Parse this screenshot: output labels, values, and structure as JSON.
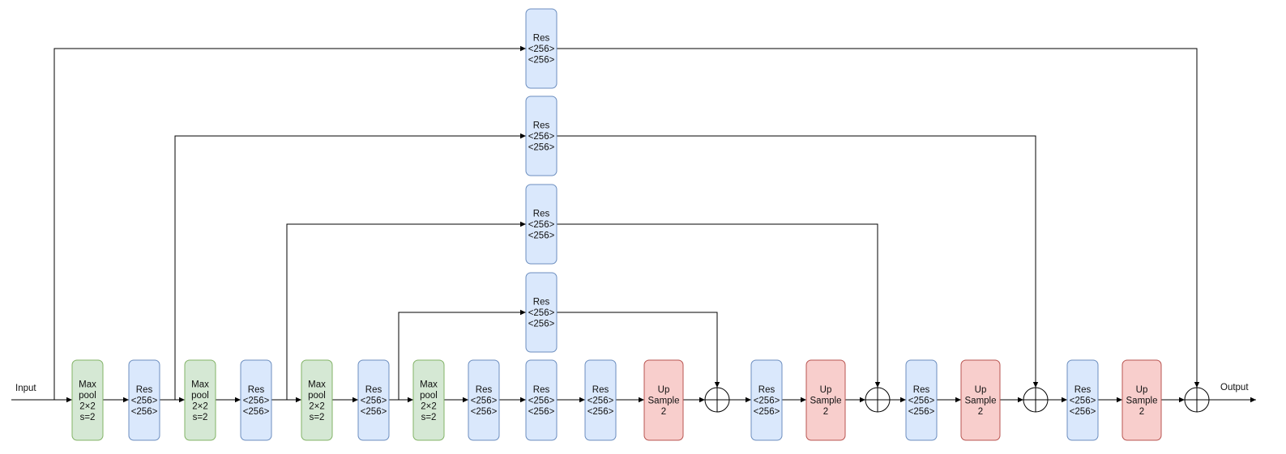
{
  "diagram": {
    "input_label": "Input",
    "output_label": "Output",
    "colors": {
      "res_fill": "#dae8fc",
      "res_stroke": "#6c8ebf",
      "pool_fill": "#d5e8d4",
      "pool_stroke": "#82b366",
      "up_fill": "#f8cecc",
      "up_stroke": "#b85450",
      "line": "#000000"
    },
    "nodes": [
      {
        "id": "pool1",
        "kind": "pool",
        "lines": [
          "Max",
          "pool",
          "2×2",
          "s=2"
        ]
      },
      {
        "id": "res1",
        "kind": "res",
        "lines": [
          "Res",
          "<256>",
          "<256>"
        ]
      },
      {
        "id": "pool2",
        "kind": "pool",
        "lines": [
          "Max",
          "pool",
          "2×2",
          "s=2"
        ]
      },
      {
        "id": "res2",
        "kind": "res",
        "lines": [
          "Res",
          "<256>",
          "<256>"
        ]
      },
      {
        "id": "pool3",
        "kind": "pool",
        "lines": [
          "Max",
          "pool",
          "2×2",
          "s=2"
        ]
      },
      {
        "id": "res3",
        "kind": "res",
        "lines": [
          "Res",
          "<256>",
          "<256>"
        ]
      },
      {
        "id": "pool4",
        "kind": "pool",
        "lines": [
          "Max",
          "pool",
          "2×2",
          "s=2"
        ]
      },
      {
        "id": "res4",
        "kind": "res",
        "lines": [
          "Res",
          "<256>",
          "<256>"
        ]
      },
      {
        "id": "res5",
        "kind": "res",
        "lines": [
          "Res",
          "<256>",
          "<256>"
        ]
      },
      {
        "id": "res6",
        "kind": "res",
        "lines": [
          "Res",
          "<256>",
          "<256>"
        ]
      },
      {
        "id": "up1",
        "kind": "up",
        "lines": [
          "Up",
          "Sample",
          "2"
        ]
      },
      {
        "id": "res7",
        "kind": "res",
        "lines": [
          "Res",
          "<256>",
          "<256>"
        ]
      },
      {
        "id": "up2",
        "kind": "up",
        "lines": [
          "Up",
          "Sample",
          "2"
        ]
      },
      {
        "id": "res8",
        "kind": "res",
        "lines": [
          "Res",
          "<256>",
          "<256>"
        ]
      },
      {
        "id": "up3",
        "kind": "up",
        "lines": [
          "Up",
          "Sample",
          "2"
        ]
      },
      {
        "id": "res9",
        "kind": "res",
        "lines": [
          "Res",
          "<256>",
          "<256>"
        ]
      },
      {
        "id": "up4",
        "kind": "up",
        "lines": [
          "Up",
          "Sample",
          "2"
        ]
      },
      {
        "id": "skip1",
        "kind": "res",
        "lines": [
          "Res",
          "<256>",
          "<256>"
        ]
      },
      {
        "id": "skip2",
        "kind": "res",
        "lines": [
          "Res",
          "<256>",
          "<256>"
        ]
      },
      {
        "id": "skip3",
        "kind": "res",
        "lines": [
          "Res",
          "<256>",
          "<256>"
        ]
      },
      {
        "id": "skip4",
        "kind": "res",
        "lines": [
          "Res",
          "<256>",
          "<256>"
        ]
      }
    ],
    "adders": [
      {
        "id": "add1"
      },
      {
        "id": "add2"
      },
      {
        "id": "add3"
      },
      {
        "id": "add4"
      }
    ]
  }
}
